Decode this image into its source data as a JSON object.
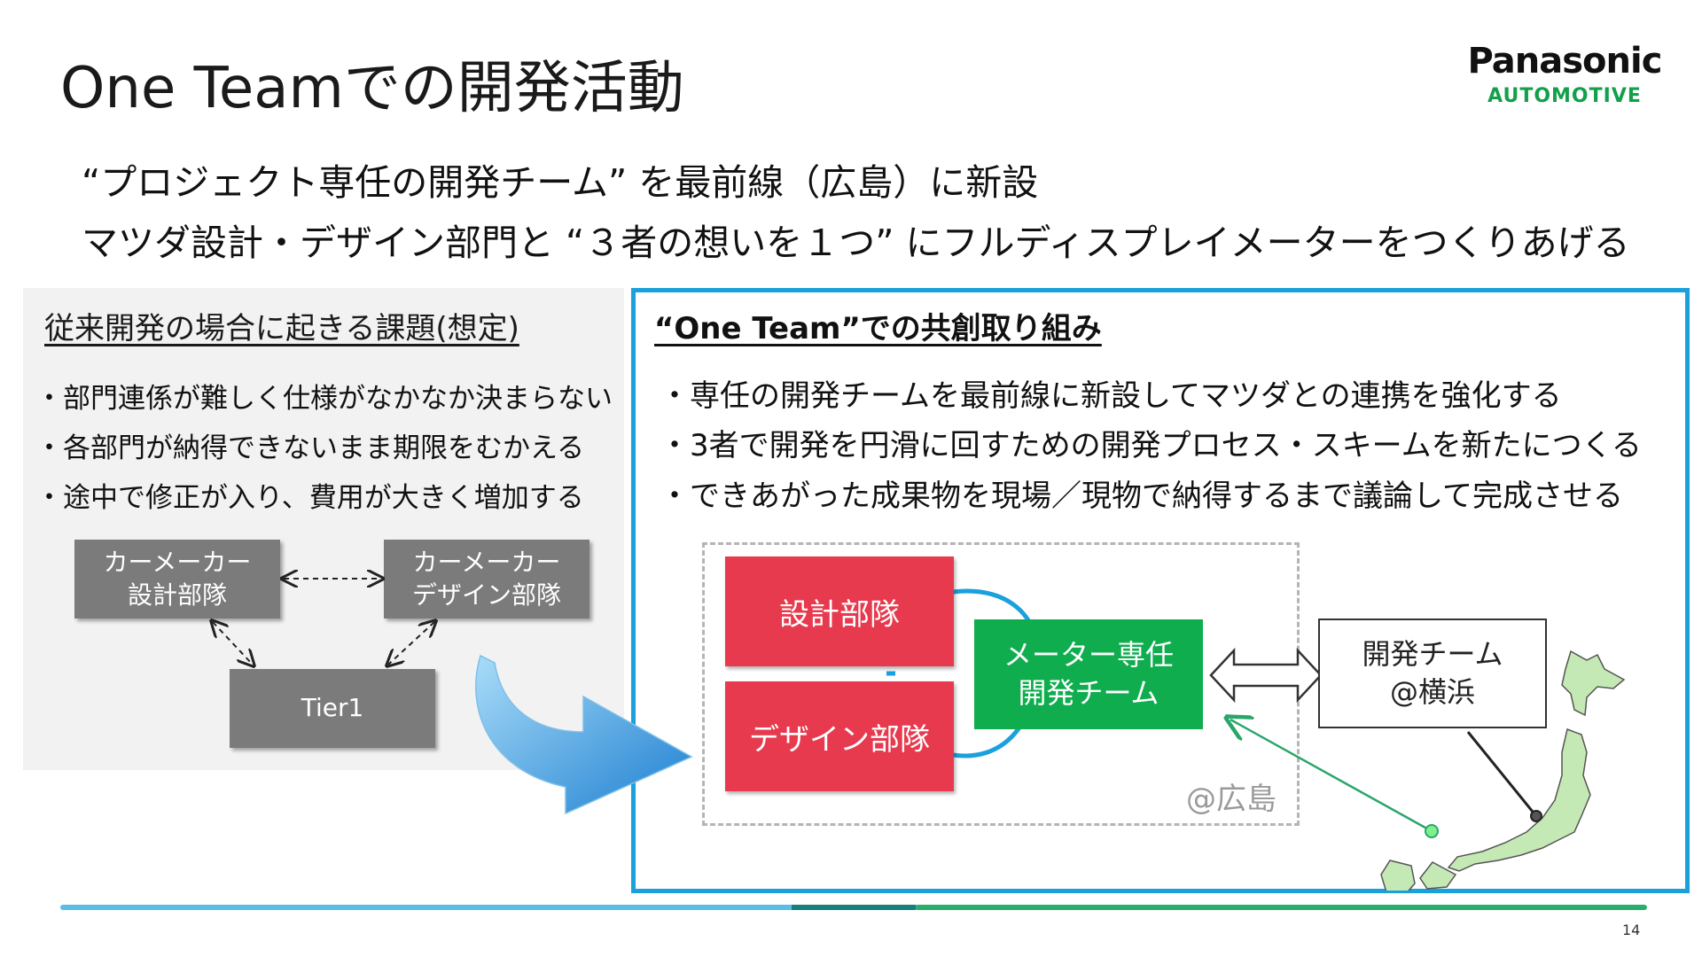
{
  "slide": {
    "title": "One Teamでの開発活動",
    "page_number": "14"
  },
  "logo": {
    "brand": "Panasonic",
    "sub": "AUTOMOTIVE",
    "color_sub": "#12a04b"
  },
  "lead": {
    "line1": "“プロジェクト専任の開発チーム” を最前線（広島）に新設",
    "line2": "マツダ設計・デザイン部門と “３者の想いを１つ” にフルディスプレイメーターをつくりあげる"
  },
  "left": {
    "heading": "従来開発の場合に起きる課題(想定)",
    "bullets": [
      "・部門連係が難しく仕様がなかなか決まらない",
      "・各部門が納得できないまま期限をむかえる",
      "・途中で修正が入り、費用が大きく増加する"
    ],
    "boxes": {
      "design_line1": "カーメーカー",
      "design_line2": "設計部隊",
      "styling_line1": "カーメーカー",
      "styling_line2": "デザイン部隊",
      "tier1": "Tier1"
    }
  },
  "right": {
    "heading": "“One Team”での共創取り組み",
    "bullets": [
      "・専任の開発チームを最前線に新設してマツダとの連携を強化する",
      "・3者で開発を円滑に回すための開発プロセス・スキームを新たにつくる",
      "・できあがった成果物を現場／現物で納得するまで議論して完成させる"
    ],
    "diagram": {
      "design_team": "設計部隊",
      "styling_team": "デザイン部隊",
      "meter_line1": "メーター専任",
      "meter_line2": "開発チーム",
      "yokohama_line1": "開発チーム",
      "yokohama_line2": "@横浜",
      "hiroshima": "@広島"
    }
  },
  "colors": {
    "accent_blue": "#1aa1dc",
    "team_red": "#e83a4e",
    "team_green": "#10ad4f",
    "grey_box": "#7b7b7b"
  }
}
